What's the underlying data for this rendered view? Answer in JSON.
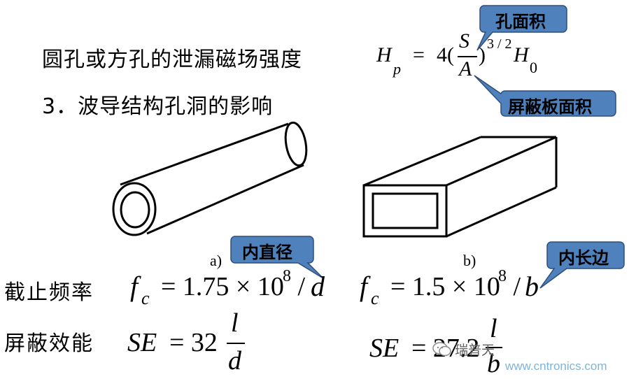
{
  "heading_aperture": "圆孔或方孔的泄漏磁场强度",
  "heading_waveguide": "3．波导结构孔洞的影响",
  "formula_hp": {
    "lhs_var": "H",
    "lhs_sub": "p",
    "equals": "=",
    "coef": "4(",
    "numerator": "S",
    "denominator": "A",
    "close": ")",
    "exponent": "3 / 2",
    "tail_var": "H",
    "tail_sub": "0"
  },
  "callouts": {
    "hole_area": "孔面积",
    "shield_area": "屏蔽板面积",
    "inner_diameter": "内直径",
    "inner_side": "内长边"
  },
  "figure_labels": {
    "a": "a)",
    "b": "b)"
  },
  "row_labels": {
    "cutoff": "截止频率",
    "se": "屏蔽效能"
  },
  "cutoff_round": {
    "f": "f",
    "sub": "c",
    "rhs": "= 1.75 × 10",
    "exp": "8",
    "tail": " / ",
    "var": "d"
  },
  "cutoff_rect": {
    "f": "f",
    "sub": "c",
    "rhs": "= 1.5 × 10",
    "exp": "8",
    "tail": " / ",
    "var": "b"
  },
  "se_round": {
    "lhs": "SE",
    "rhs": "= 32",
    "num": "l",
    "den": "d"
  },
  "se_rect": {
    "lhs": "SE",
    "rhs": "= 27.2",
    "num": "l",
    "den": "b"
  },
  "watermark": {
    "logo_text": "瑞普天",
    "url": "www.cntronics.com"
  },
  "colors": {
    "callout_fill": "#4f81bd",
    "callout_stroke": "#2e4f7a",
    "callout_text": "#000000",
    "watermark": "#7fb4d6"
  }
}
